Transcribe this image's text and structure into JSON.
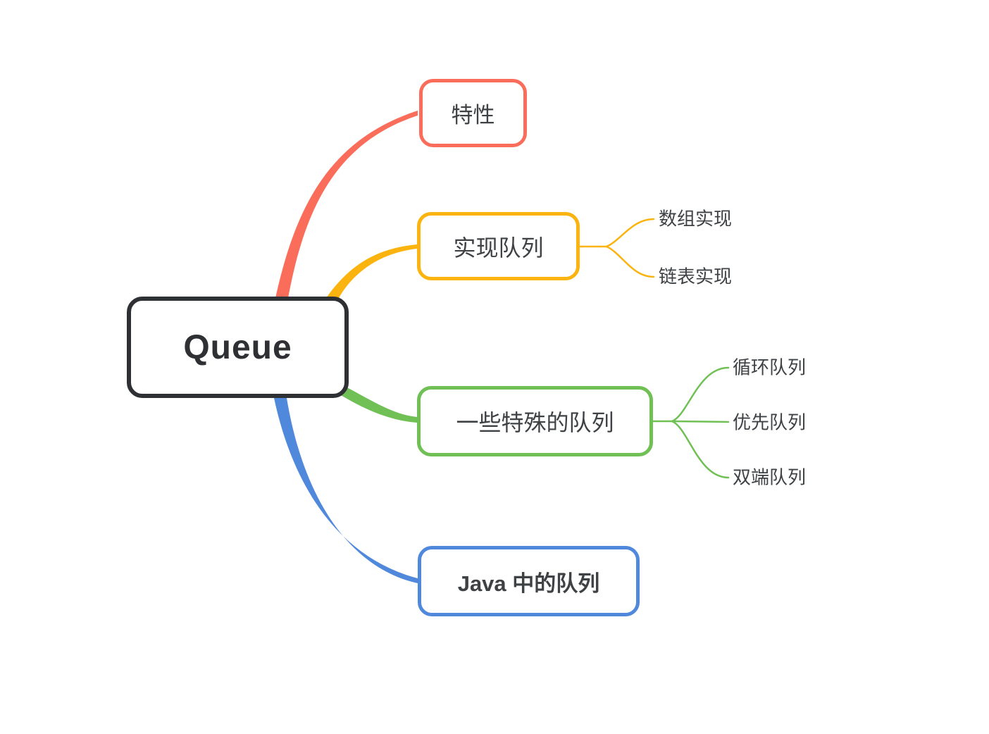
{
  "root": {
    "label": "Queue"
  },
  "branches": [
    {
      "label": "特性",
      "color": "#fb6d5b",
      "children": []
    },
    {
      "label": "实现队列",
      "color": "#fbb40f",
      "children": [
        {
          "label": "数组实现"
        },
        {
          "label": "链表实现"
        }
      ]
    },
    {
      "label": "一些特殊的队列",
      "color": "#70c056",
      "children": [
        {
          "label": "循环队列"
        },
        {
          "label": "优先队列"
        },
        {
          "label": "双端队列"
        }
      ]
    },
    {
      "label": "Java 中的队列",
      "color": "#5088db",
      "children": []
    }
  ],
  "colors": {
    "root_border": "#2e3033",
    "text": "#3f4245",
    "background": "#ffffff"
  }
}
